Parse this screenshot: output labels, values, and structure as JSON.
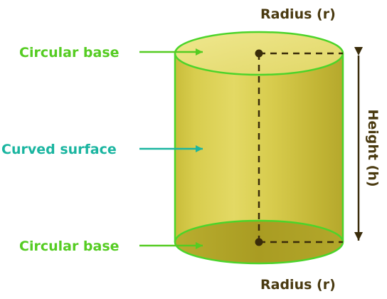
{
  "labels": {
    "top_base": "Circular base",
    "curved_surface": "Curved surface",
    "bottom_base": "Circular base",
    "radius_top": "Radius (r)",
    "radius_bottom": "Radius (r)",
    "height": "Height (h)"
  },
  "colors": {
    "green_label": "#55cc22",
    "teal_label": "#1ab5a0",
    "dark_label": "#4a3a10",
    "cylinder_fill": "#d9cf50",
    "cylinder_outline": "#4cd42a",
    "dashed_line": "#3a2c0a"
  }
}
